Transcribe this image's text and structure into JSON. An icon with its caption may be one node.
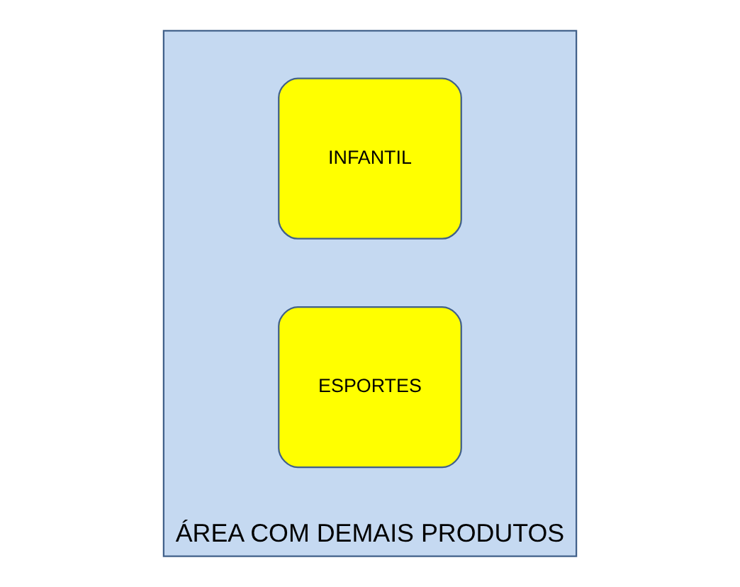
{
  "diagram": {
    "nodes": [
      {
        "text": [
          "ÁREA COM DEMAIS PRODUTOS"
        ]
      },
      {
        "text": [
          "ESPORTES"
        ],
        "in": 0
      },
      {
        "text": [
          "INFANTIL"
        ],
        "in": 0
      }
    ]
  }
}
